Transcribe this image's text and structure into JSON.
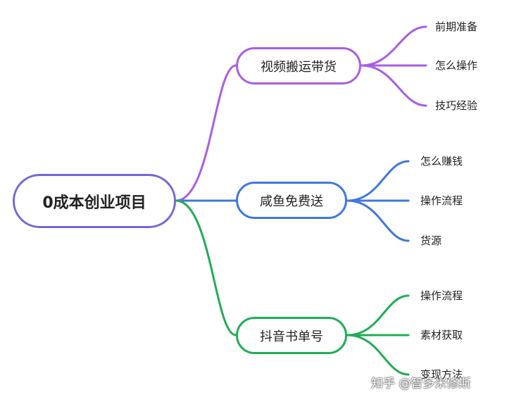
{
  "root": {
    "label": "0成本创业项目",
    "color": "#7468d8"
  },
  "branches": [
    {
      "label": "视频搬运带货",
      "color": "#a95ee4",
      "leaves": [
        "前期准备",
        "怎么操作",
        "技巧经验"
      ]
    },
    {
      "label": "咸鱼免费送",
      "color": "#3f78dd",
      "leaves": [
        "怎么赚钱",
        "操作流程",
        "货源"
      ]
    },
    {
      "label": "抖音书单号",
      "color": "#20ad55",
      "leaves": [
        "操作流程",
        "素材获取",
        "变现方法"
      ]
    }
  ],
  "watermark": "知乎 @智多米修斯"
}
